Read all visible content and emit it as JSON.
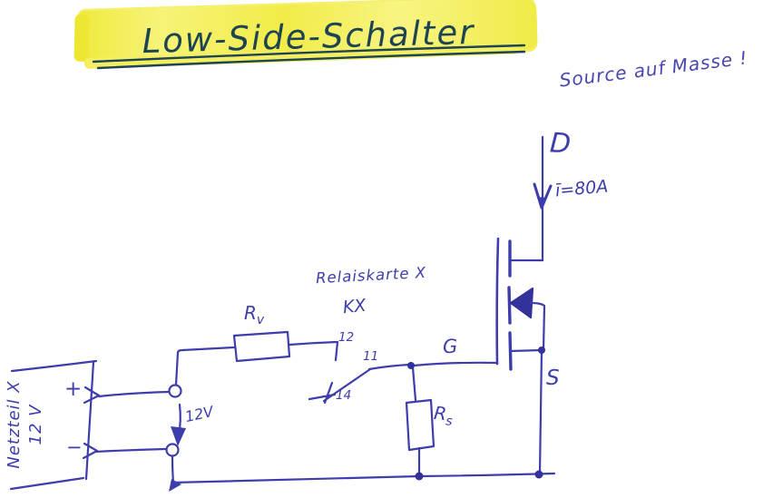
{
  "title": {
    "text": "Low-Side-Schalter"
  },
  "note": {
    "text": "Source auf Masse !"
  },
  "mosfet": {
    "drain": "D",
    "gate": "G",
    "source": "S",
    "drain_current": "ī=80A"
  },
  "relay": {
    "name": "Relaiskarte X",
    "designator": "KX",
    "terminal_nc": "12",
    "terminal_com": "11",
    "terminal_no": "14"
  },
  "resistors": {
    "rv_base": "R",
    "rv_sub": "v",
    "rs_base": "R",
    "rs_sub": "s"
  },
  "power_supply": {
    "name_line1": "Netzteil X",
    "name_line2": "12 V",
    "plus": "+",
    "minus": "−",
    "voltage": "12V"
  },
  "colors": {
    "ink": "#3d3dab",
    "title_ink": "#1d4453",
    "highlight_yellow": "#f2ee4a",
    "paper": "#ffffff"
  }
}
